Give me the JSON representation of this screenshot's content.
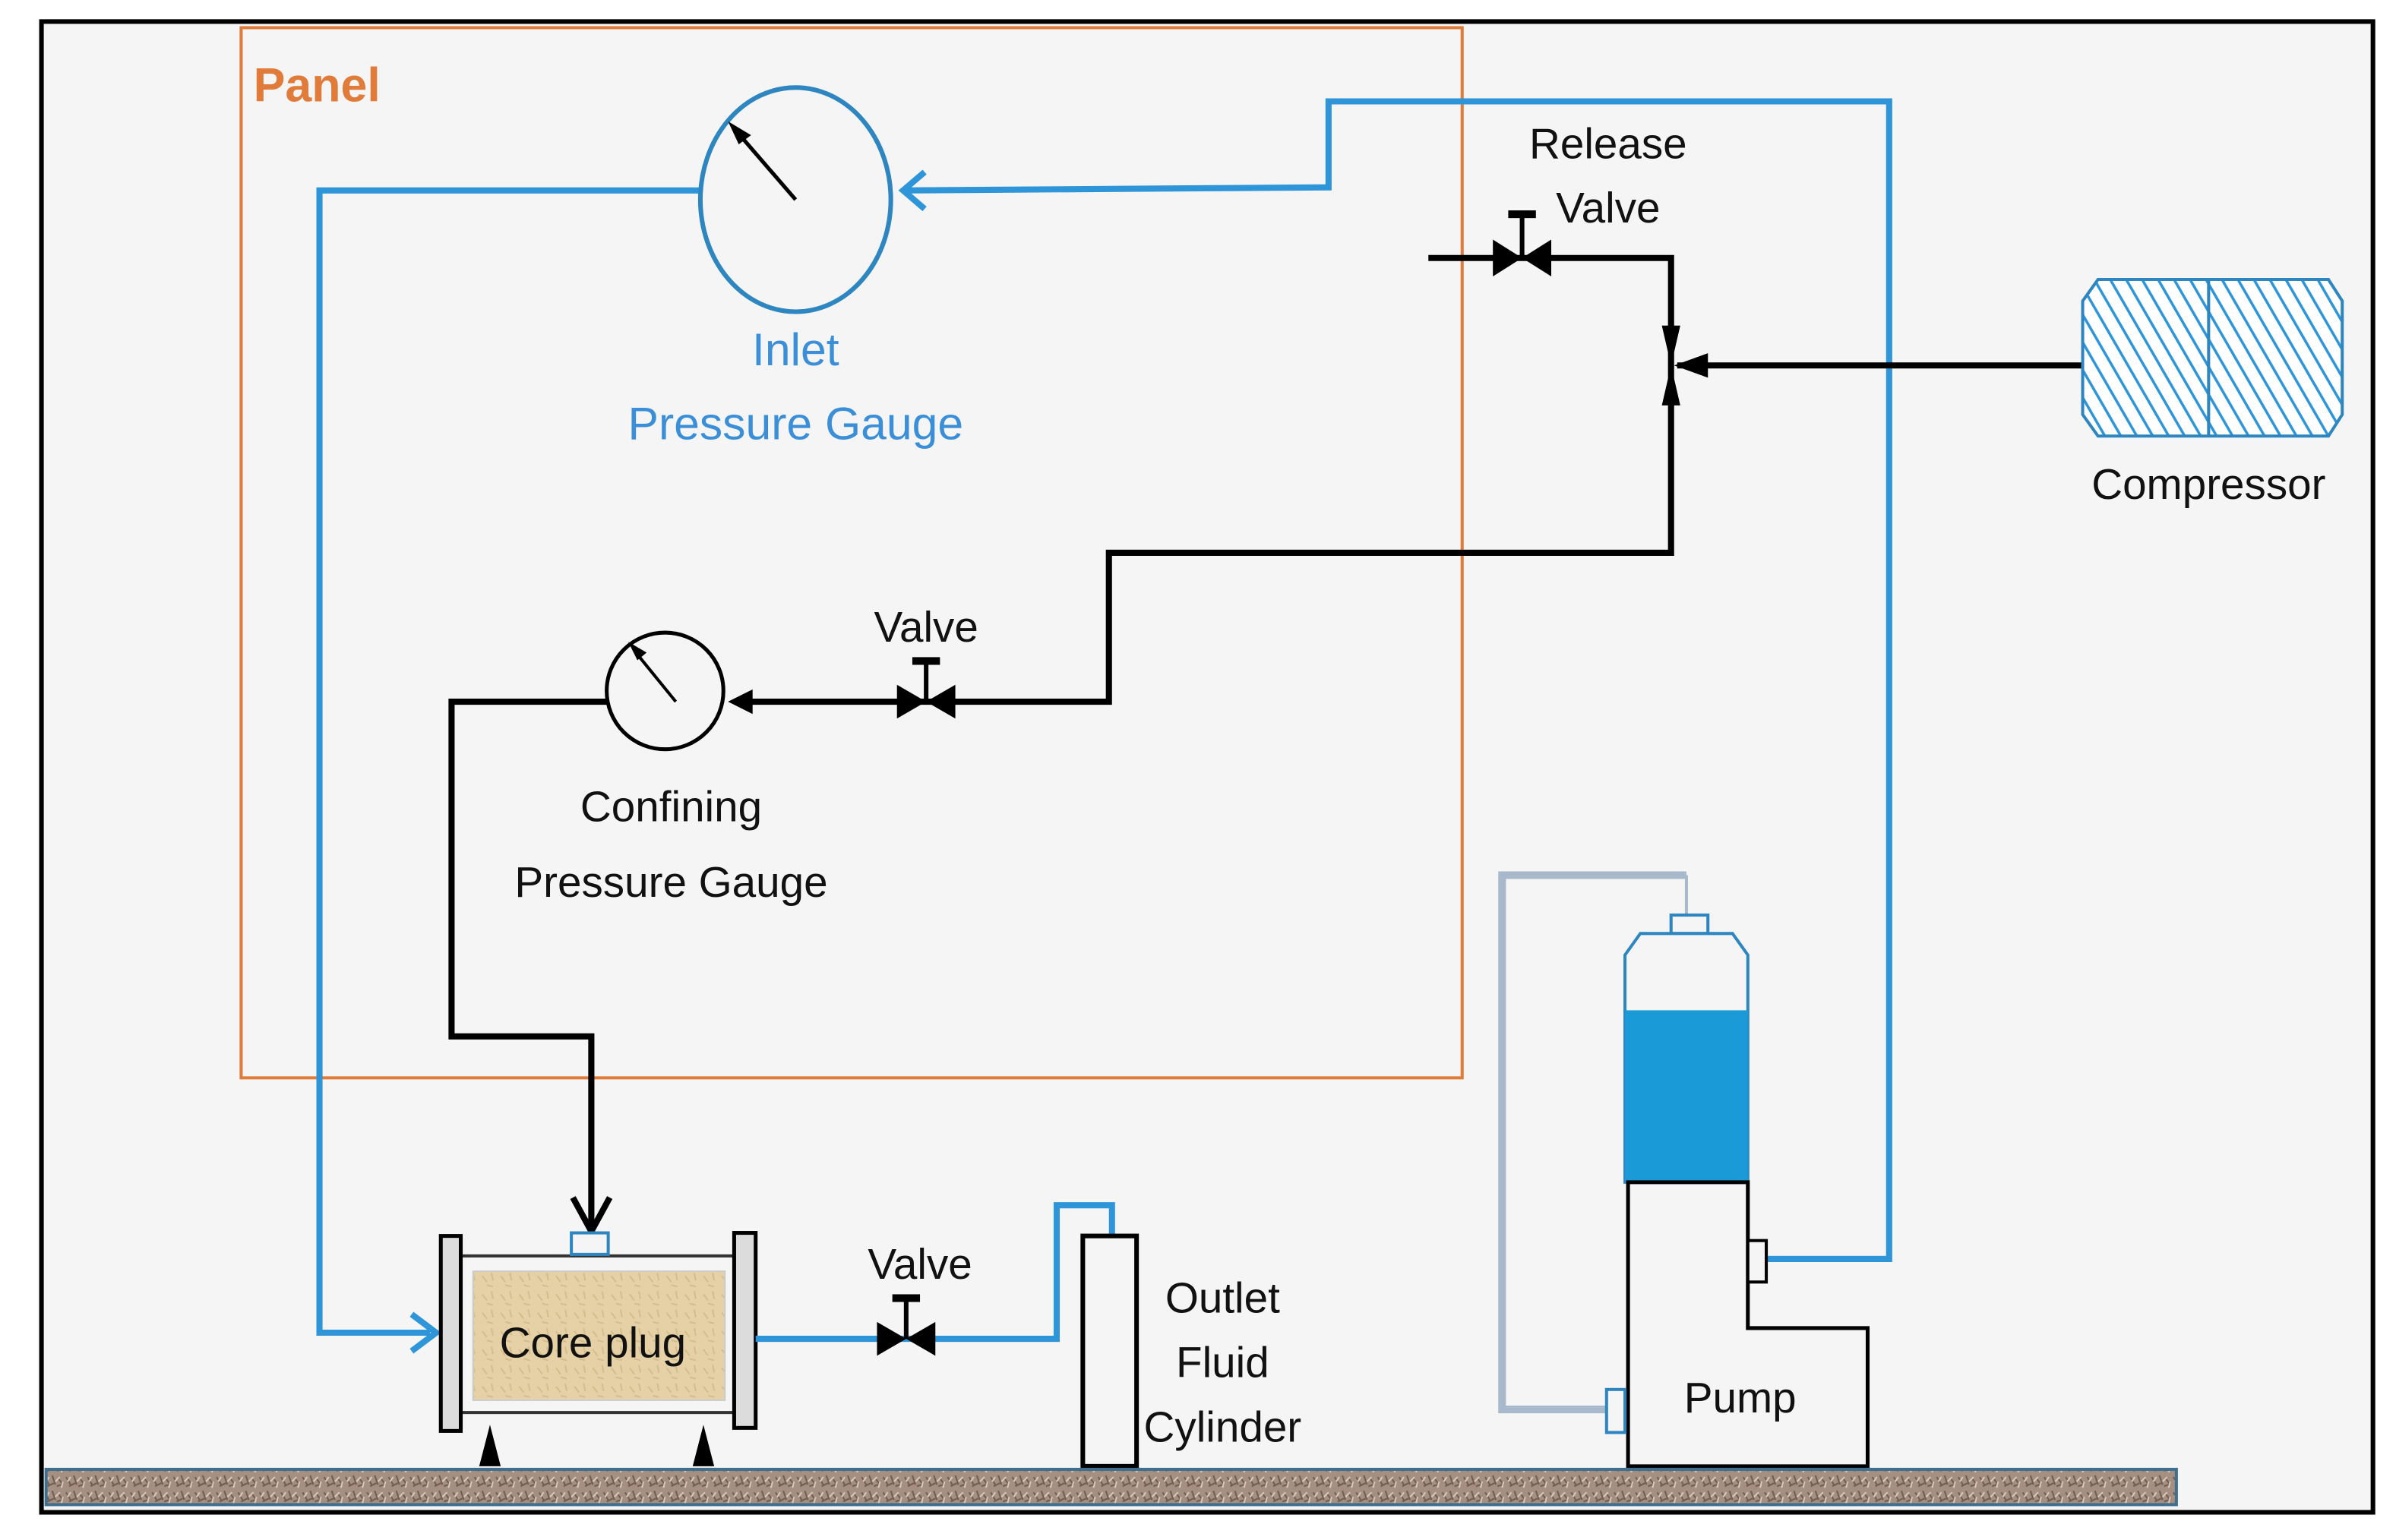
{
  "colors": {
    "panel": "#e07b39",
    "inlet_line": "#2e95d8",
    "confining_line": "#000000",
    "gauge_outline": "#2e86c1",
    "inlet_label": "#3a8fd8",
    "water": "#1a9ad6",
    "core_plug": "#e6d1a6",
    "return_line": "#a9b9cc",
    "ground": "#a58f80"
  },
  "panel": {
    "label": "Panel"
  },
  "inlet_gauge": {
    "line1": "Inlet",
    "line2": "Pressure Gauge"
  },
  "confining_gauge": {
    "line1": "Confining",
    "line2": "Pressure Gauge"
  },
  "release_valve": {
    "line1": "Release",
    "line2": "Valve"
  },
  "confining_valve": {
    "label": "Valve"
  },
  "outlet_valve": {
    "label": "Valve"
  },
  "compressor": {
    "label": "Compressor"
  },
  "core_holder": {
    "label": "Core plug"
  },
  "outlet_cylinder": {
    "line1": "Outlet",
    "line2": "Fluid",
    "line3": "Cylinder"
  },
  "pump": {
    "label": "Pump"
  }
}
